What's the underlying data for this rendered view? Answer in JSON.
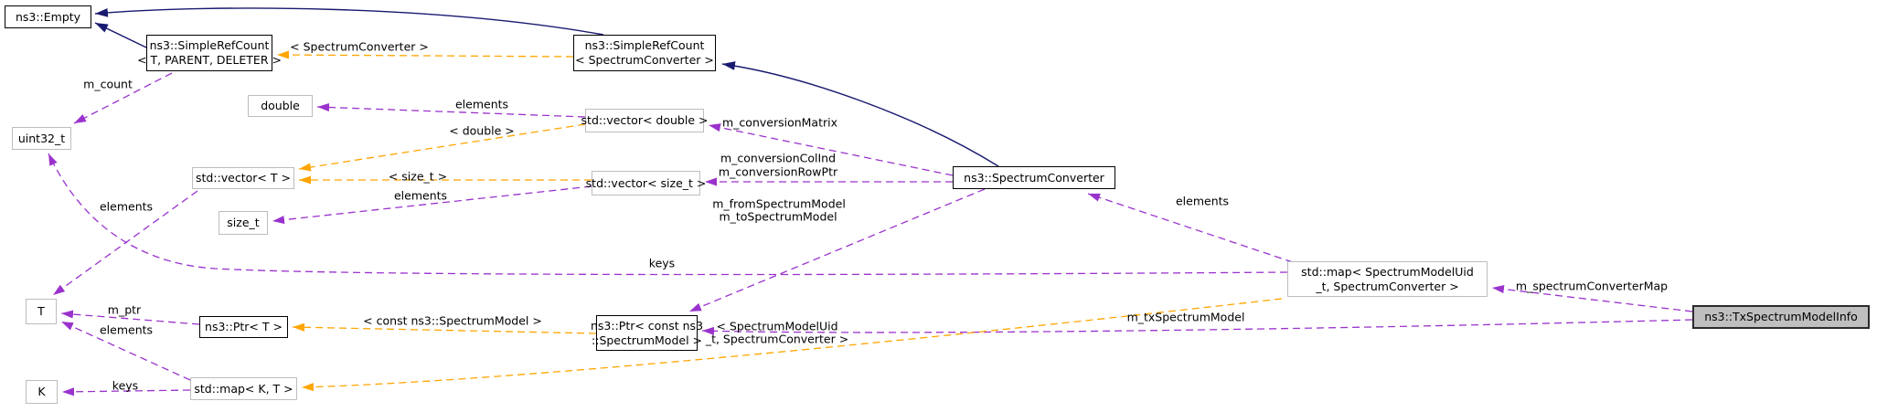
{
  "diagram": {
    "title": "ns3::TxSpectrumModelInfo collaboration diagram",
    "colors": {
      "inheritance_edge": "#191970",
      "usage_edge": "#9a32cd",
      "template_edge": "#ffa500",
      "subject_fill": "#bfbfbf",
      "class_border": "#000000",
      "plain_border": "#bdbdbd"
    },
    "nodes": {
      "empty": {
        "label": "ns3::Empty"
      },
      "simple_ref_count_generic": {
        "line1": "ns3::SimpleRefCount",
        "line2": "< T, PARENT, DELETER >"
      },
      "simple_ref_count_spectrum_converter": {
        "line1": "ns3::SimpleRefCount",
        "line2": "< SpectrumConverter >"
      },
      "uint32_t": {
        "label": "uint32_t"
      },
      "double": {
        "label": "double"
      },
      "vector_double": {
        "label": "std::vector< double >"
      },
      "vector_t": {
        "label": "std::vector< T >"
      },
      "vector_size_t": {
        "label": "std::vector< size_t >"
      },
      "size_t": {
        "label": "size_t"
      },
      "spectrum_converter": {
        "label": "ns3::SpectrumConverter"
      },
      "t": {
        "label": "T"
      },
      "ptr_t": {
        "label": "ns3::Ptr< T >"
      },
      "ptr_const_spectrum_model": {
        "line1": "ns3::Ptr< const ns3",
        "line2": "::SpectrumModel >"
      },
      "map_spectrum_model_uid": {
        "line1": "std::map< SpectrumModelUid",
        "line2": "_t, SpectrumConverter >"
      },
      "k": {
        "label": "K"
      },
      "map_k_t": {
        "label": "std::map< K, T >"
      },
      "tx_spectrum_model_info": {
        "label": "ns3::TxSpectrumModelInfo"
      }
    },
    "edge_labels": {
      "m_count": "m_count",
      "tpl_spectrum_converter": "< SpectrumConverter >",
      "elements_double": "elements",
      "tpl_double": "< double >",
      "m_conversion_matrix": "m_conversionMatrix",
      "tpl_size_t": "< size_t >",
      "m_conversion_col_ind": "m_conversionColInd",
      "m_conversion_row_ptr": "m_conversionRowPtr",
      "elements_size_t": "elements",
      "elements_vector_t": "elements",
      "m_from_spectrum_model": "m_fromSpectrumModel",
      "m_to_spectrum_model": "m_toSpectrumModel",
      "keys_uint32": "keys",
      "elements_spectrum_converter": "elements",
      "m_ptr": "m_ptr",
      "tpl_const_spectrum_model": "< const ns3::SpectrumModel >",
      "elements_map_k_t": "elements",
      "tpl_map_line1": "< SpectrumModelUid",
      "tpl_map_line2": "_t, SpectrumConverter >",
      "m_tx_spectrum_model": "m_txSpectrumModel",
      "m_spectrum_converter_map": "m_spectrumConverterMap",
      "keys_k": "keys"
    }
  }
}
